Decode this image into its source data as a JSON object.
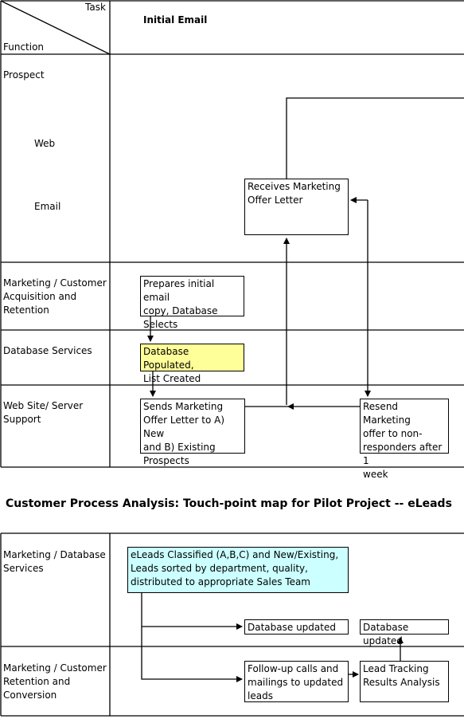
{
  "header": {
    "task_label": "Task",
    "function_label": "Function",
    "column_title": "Initial Email"
  },
  "rows_top": {
    "prospect": "Prospect",
    "web": "Web",
    "email": "Email",
    "marketing_acq": "Marketing / Customer\nAcquisition and\nRetention",
    "database_services": "Database Services",
    "web_server": "Web Site/ Server\nSupport"
  },
  "boxes_top": {
    "receives": "Receives Marketing\nOffer Letter",
    "prepares": "Prepares initial email\ncopy, Database\nSelects",
    "db_populated": "Database Populated,\nList Created",
    "sends": "Sends Marketing\nOffer Letter to A) New\nand B) Existing\nProspects",
    "resend": "Resend Marketing\noffer to non-\nresponders after 1\nweek"
  },
  "section_title": "Customer Process Analysis: Touch-point map for Pilot Project -- eLeads",
  "rows_bottom": {
    "marketing_db": "Marketing / Database\nServices",
    "marketing_ret": "Marketing / Customer\nRetention and\nConversion"
  },
  "boxes_bottom": {
    "eleads": "eLeads Classified (A,B,C) and New/Existing,\nLeads sorted by department, quality,\ndistributed to appropriate Sales Team",
    "db_updated_1": "Database updated",
    "db_updated_2": "Database updated",
    "followup": "Follow-up calls and\nmailings to updated\nleads",
    "lead_tracking": "Lead Tracking\nResults Analysis"
  },
  "colors": {
    "highlight_yellow": "#ffff99",
    "highlight_cyan": "#ccffff",
    "line": "#000000"
  }
}
